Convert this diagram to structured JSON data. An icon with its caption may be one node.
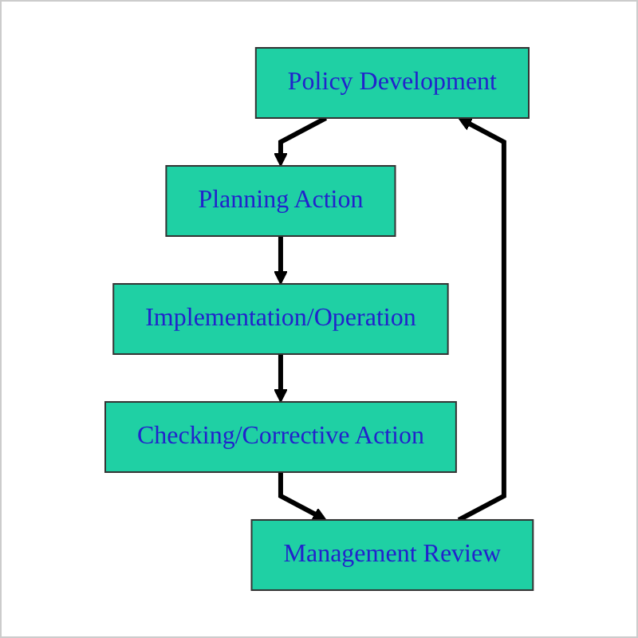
{
  "diagram": {
    "nodes": [
      {
        "text": [
          "Policy Development"
        ]
      },
      {
        "text": [
          "Planning Action"
        ]
      },
      {
        "text": [
          "Implementation/Operation"
        ]
      },
      {
        "text": [
          "Checking/Corrective Action"
        ]
      },
      {
        "text": [
          "Management Review"
        ]
      }
    ],
    "edges": [
      {
        "from": 0,
        "to": 1,
        "arrow": "to"
      },
      {
        "from": 1,
        "to": 2,
        "arrow": "to"
      },
      {
        "from": 2,
        "to": 3,
        "arrow": "to"
      },
      {
        "from": 3,
        "to": 4,
        "arrow": "to"
      },
      {
        "from": 4,
        "to": 0,
        "arrow": "to"
      }
    ]
  }
}
